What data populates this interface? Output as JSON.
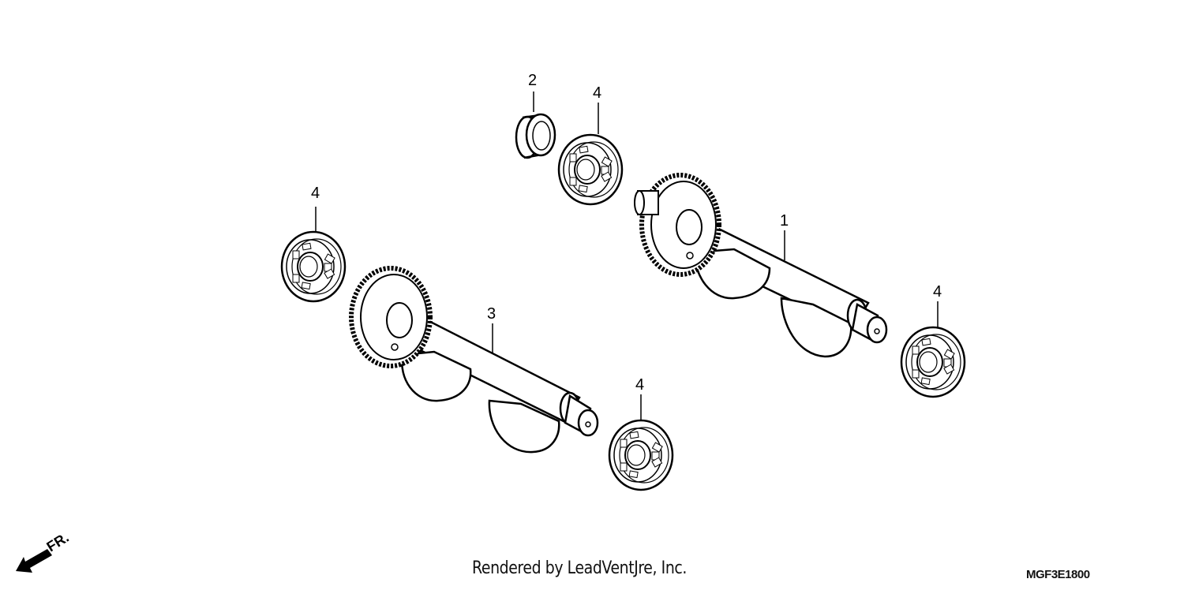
{
  "diagram": {
    "parts": [
      {
        "ref": "1",
        "description": "balancer shaft with driven gear (rear)"
      },
      {
        "ref": "2",
        "description": "collar / bushing"
      },
      {
        "ref": "3",
        "description": "balancer shaft with driven gear (front)"
      },
      {
        "ref": "4",
        "description": "ball bearing"
      }
    ],
    "callouts": {
      "c1": "1",
      "c2": "2",
      "c3": "3",
      "c4a": "4",
      "c4b": "4",
      "c4c": "4",
      "c4d": "4"
    },
    "front_indicator": "FR."
  },
  "footer": {
    "credit": "Rendered by LeadVentJre, Inc.",
    "diagram_code": "MGF3E1800"
  },
  "colors": {
    "line": "#000000",
    "background": "#ffffff"
  }
}
